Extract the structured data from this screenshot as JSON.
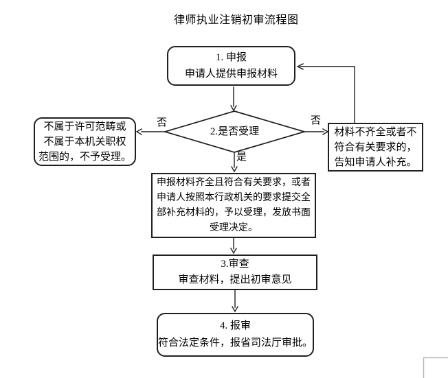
{
  "title": "律师执业注销初审流程图",
  "nodes": {
    "step1": {
      "lines": [
        "1.  申报",
        "申请人提供申报材料"
      ]
    },
    "decision": {
      "label": "2.是否受理"
    },
    "not_accepted": {
      "lines": [
        "不属于许可范畴或",
        "不属于本机关职权",
        "范围的，不予受理。"
      ]
    },
    "supplement": {
      "lines": [
        "材料不齐全或者不",
        "符合有关要求的，",
        "告知申请人补充。"
      ]
    },
    "accepted": {
      "lines": [
        "申报材料齐全且符合有关要求，或者",
        "申请人按照本行政机关的要求提交全",
        "部补充材料的，予以受理，发放书面",
        "受理决定。"
      ]
    },
    "step3": {
      "lines": [
        "3.审查",
        "审查材料，提出初审意见"
      ]
    },
    "step4": {
      "lines": [
        "4.  报审",
        "符合法定条件，报省司法厅审批。"
      ]
    }
  },
  "edge_labels": {
    "no_left": "否",
    "no_right": "否",
    "yes": "是"
  },
  "colors": {
    "stroke": "#1f1f1f",
    "background": "#ffffff",
    "corner_mark": "#b9b9b9"
  }
}
